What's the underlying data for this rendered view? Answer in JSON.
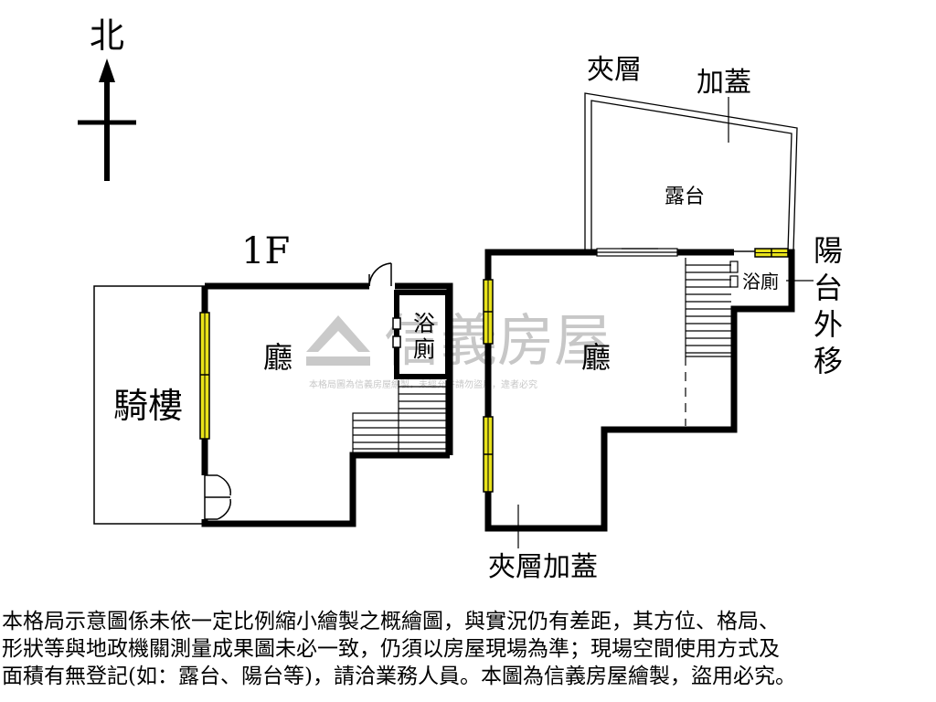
{
  "labels": {
    "north": "北",
    "floor": "1F",
    "arcade": "騎樓",
    "living_left": "廳",
    "bath_left_1": "浴",
    "bath_left_2": "廁",
    "mezzanine": "夾層",
    "addition": "加蓋",
    "terrace": "露台",
    "living_right": "廳",
    "bath_right": "浴廁",
    "balcony_moved": [
      "陽",
      "台",
      "外",
      "移"
    ],
    "mezzanine_addition": "夾層加蓋"
  },
  "watermark": {
    "brand": "信義房屋",
    "notice": "本格局圖為信義房屋繪製，未經允許請勿盜用，違者必究"
  },
  "disclaimer": [
    "本格局示意圖係未依一定比例縮小繪製之概繪圖，與實況仍有差距，其方位、格局、",
    "形狀等與地政機關測量成果圖未必一致，仍須以房屋現場為準；現場空間使用方式及",
    "面積有無登記(如：露台、陽台等)，請洽業務人員。本圖為信義房屋繪製，盜用必究。"
  ],
  "colors": {
    "wall": "#000000",
    "window": "#e8e21a",
    "watermark": "#9a9a9a"
  }
}
